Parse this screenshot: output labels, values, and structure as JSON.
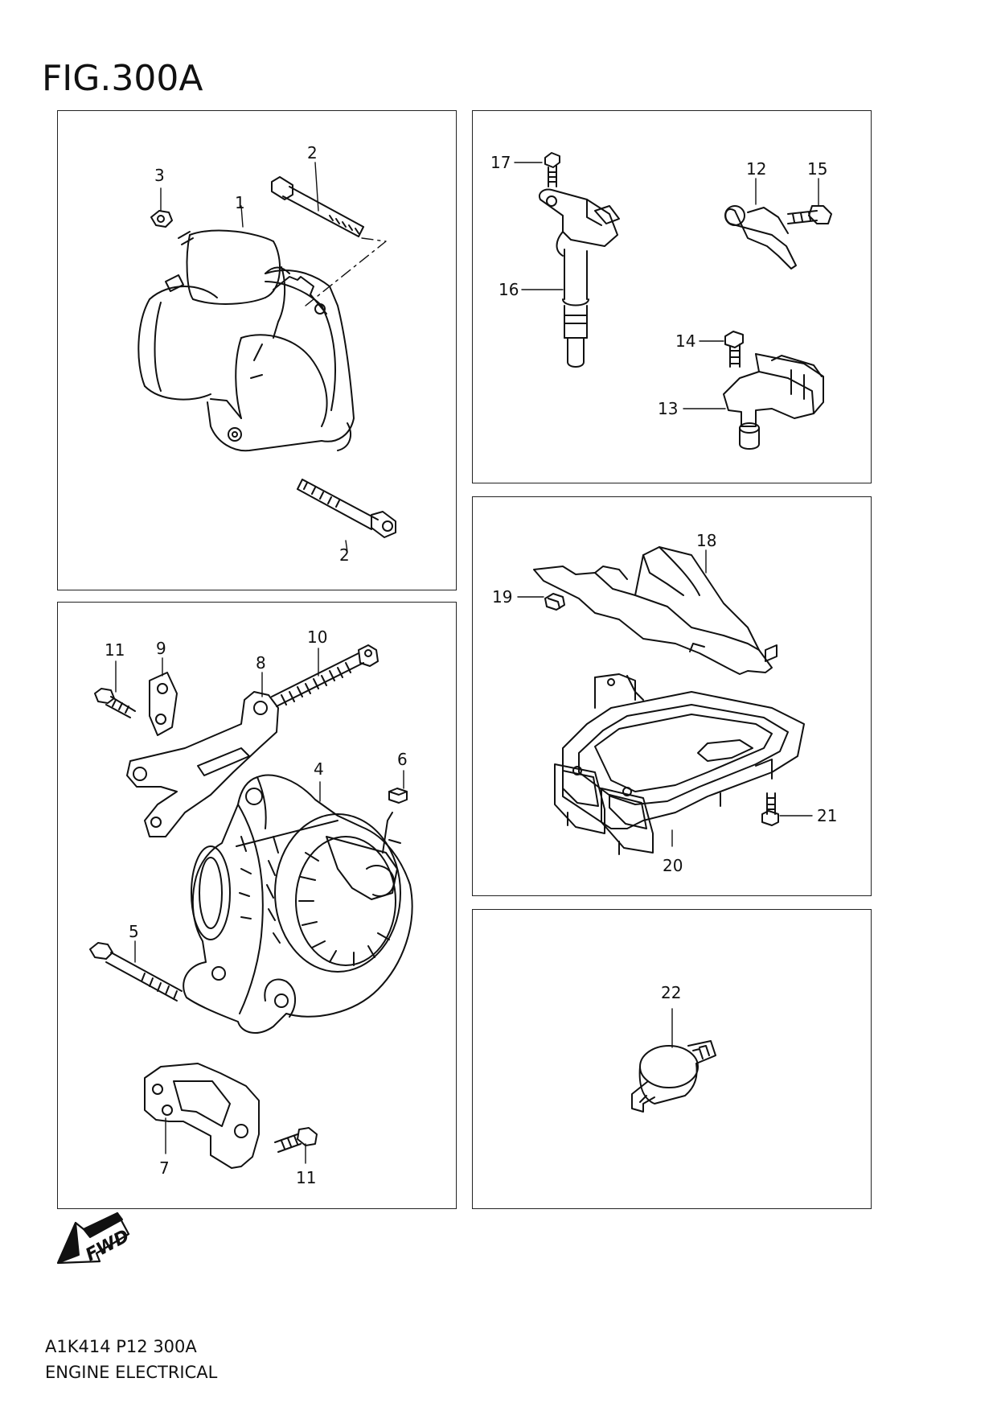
{
  "figure_title": "FIG.300A",
  "fwd_label": "FWD",
  "footer": {
    "code": "A1K414 P12 300A",
    "title": "ENGINE ELECTRICAL"
  },
  "callouts": {
    "c1": "1",
    "c2a": "2",
    "c2b": "2",
    "c3": "3",
    "c4": "4",
    "c5": "5",
    "c6": "6",
    "c7": "7",
    "c8": "8",
    "c9": "9",
    "c10": "10",
    "c11a": "11",
    "c11b": "11",
    "c12": "12",
    "c13": "13",
    "c14": "14",
    "c15": "15",
    "c16": "16",
    "c17": "17",
    "c18": "18",
    "c19": "19",
    "c20": "20",
    "c21": "21",
    "c22": "22"
  }
}
